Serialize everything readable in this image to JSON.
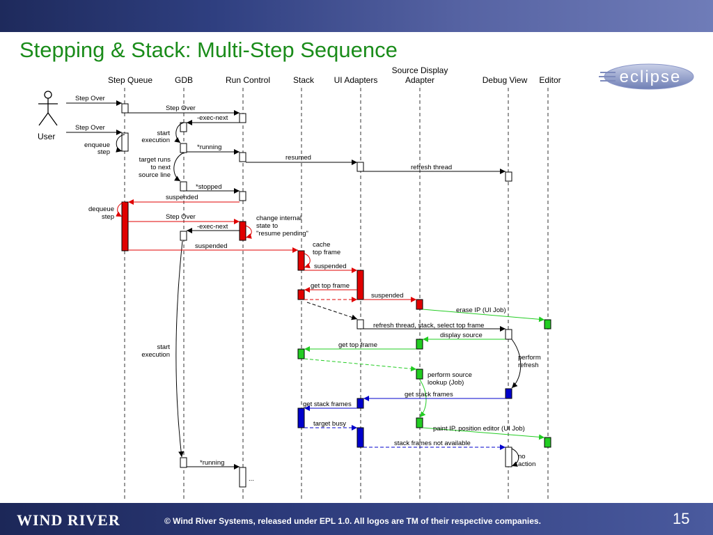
{
  "slide": {
    "title": "Stepping & Stack: Multi-Step Sequence",
    "page_number": "15",
    "brand": "WIND RIVER",
    "copyright": "© Wind River Systems, released under EPL 1.0.  All logos are TM of their respective companies.",
    "logo_text": "eclipse"
  },
  "actor": {
    "label": "User"
  },
  "lifelines": [
    "Step Queue",
    "GDB",
    "Run Control",
    "Stack",
    "UI Adapters",
    "Source Display",
    "Adapter",
    "Debug View",
    "Editor"
  ],
  "messages": [
    "Step Over",
    "Step Over",
    "-exec-next",
    "Step Over",
    "*running",
    "resumed",
    "refresh thread",
    "*stopped",
    "suspended",
    "Step Over",
    "-exec-next",
    "suspended",
    "suspended",
    "get top frame",
    "suspended",
    "erase IP (UI Job)",
    "refresh thread, stack, select top frame",
    "display source",
    "get top frame",
    "get stack frames",
    "get stack frames",
    "target busy",
    "paint IP, position editor (UI Job)",
    "stack frames not available",
    "*running"
  ],
  "notes": [
    "start",
    "execution",
    "enqueue",
    "step",
    "target runs",
    "to next",
    "source line",
    "dequeue",
    "step",
    "change internal",
    "state to",
    "\"resume pending\"",
    "cache",
    "top frame",
    "perform",
    "refresh",
    "perform source",
    "lookup (Job)",
    "start",
    "execution",
    "no",
    "action",
    "..."
  ],
  "colors": {
    "title": "#1a8c1a",
    "red": "#e00000",
    "green": "#22cc22",
    "blue": "#0000cc",
    "black": "#000000"
  }
}
